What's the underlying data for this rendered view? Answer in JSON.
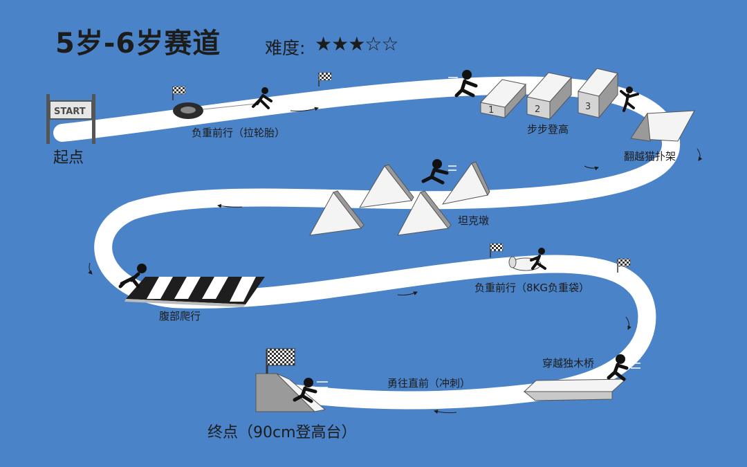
{
  "title": "5岁-6岁赛道",
  "difficulty": {
    "label": "难度:",
    "filled_stars": "★★★",
    "empty_stars": "☆☆",
    "rating": 3,
    "max": 5
  },
  "start_sign": "START",
  "boxes": [
    "1",
    "2",
    "3"
  ],
  "labels": {
    "start": "起点",
    "tire_pull": "负重前行（拉轮胎）",
    "steps": "步步登高",
    "cat_frame": "翻越猫扑架",
    "tank_mound": "坦克墩",
    "belly_crawl": "腹部爬行",
    "weight_bag": "负重前行（8KG负重袋）",
    "balance_beam": "穿越独木桥",
    "sprint": "勇往直前（冲刺）",
    "finish": "终点（90cm登高台）"
  },
  "colors": {
    "background": "#4a83c8",
    "track": "#ffffff",
    "ink": "#1c1c1c",
    "block_side": "#c9c9c9"
  }
}
